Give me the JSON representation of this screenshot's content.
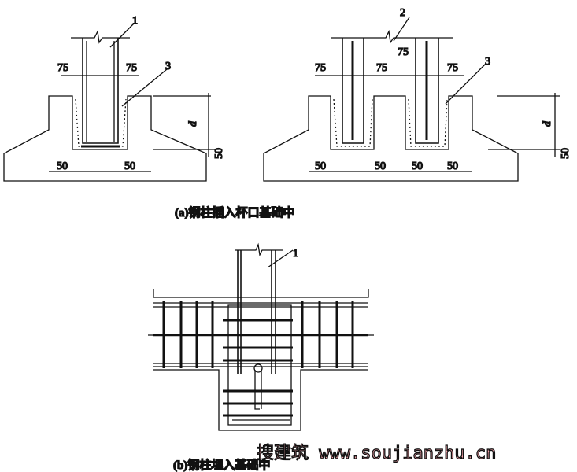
{
  "figure_a": {
    "caption": "(a)钢柱插入杯口基础中",
    "left": {
      "label_column": "1",
      "label_grout": "3",
      "dim_top_left": "75",
      "dim_top_right": "75",
      "dim_bottom_left": "50",
      "dim_bottom_right": "50",
      "dim_depth": "d",
      "dim_base": "50"
    },
    "right": {
      "label_column": "2",
      "label_grout": "3",
      "dim_between": "75",
      "dim_top": [
        "75",
        "75",
        "75"
      ],
      "dim_bottom": [
        "50",
        "50",
        "50",
        "50"
      ],
      "dim_depth": "d",
      "dim_base": "50"
    }
  },
  "figure_b": {
    "caption": "(b)钢柱埋入基础中",
    "label_column": "1"
  },
  "watermark": "搜建筑 www.soujianzhu.cn"
}
